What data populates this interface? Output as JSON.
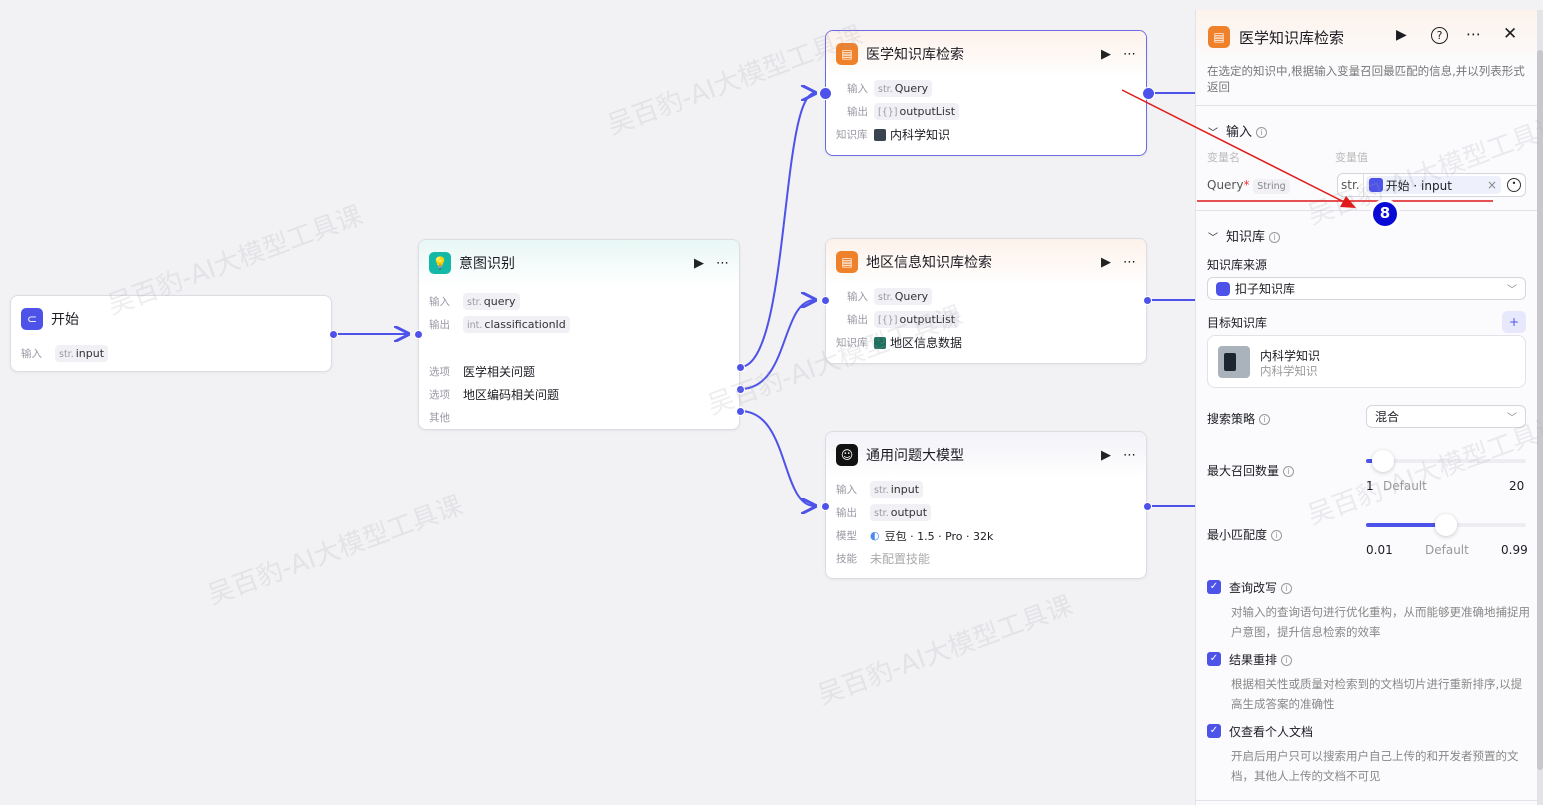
{
  "watermark": "吴百豹-AI大模型工具课",
  "colors": {
    "accent": "#4d53e8",
    "kb_icon": "#f0812b",
    "intent_icon": "#14b8a6",
    "annotation": "#e01b1b"
  },
  "nodes": {
    "start": {
      "title": "开始",
      "input_label": "输入",
      "input_type": "str.",
      "input_value": "input"
    },
    "intent": {
      "title": "意图识别",
      "input_label": "输入",
      "input_type": "str.",
      "input_value": "query",
      "output_label": "输出",
      "output_type": "int.",
      "output_value": "classificationId",
      "options": [
        {
          "label": "选项",
          "value": "医学相关问题"
        },
        {
          "label": "选项",
          "value": "地区编码相关问题"
        },
        {
          "label": "其他",
          "value": ""
        }
      ]
    },
    "medical": {
      "title": "医学知识库检索",
      "input_label": "输入",
      "input_type": "str.",
      "input_value": "Query",
      "output_label": "输出",
      "output_type": "[{}]",
      "output_value": "outputList",
      "kb_label": "知识库",
      "kb_value": "内科学知识"
    },
    "region": {
      "title": "地区信息知识库检索",
      "input_label": "输入",
      "input_type": "str.",
      "input_value": "Query",
      "output_label": "输出",
      "output_type": "[{}]",
      "output_value": "outputList",
      "kb_label": "知识库",
      "kb_value": "地区信息数据"
    },
    "general": {
      "title": "通用问题大模型",
      "input_label": "输入",
      "input_type": "str.",
      "input_value": "input",
      "output_label": "输出",
      "output_type": "str.",
      "output_value": "output",
      "model_label": "模型",
      "model_value": "豆包 · 1.5 · Pro · 32k",
      "skill_label": "技能",
      "skill_value": "未配置技能"
    }
  },
  "panel": {
    "title": "医学知识库检索",
    "description": "在选定的知识中,根据输入变量召回最匹配的信息,并以列表形式返回",
    "input_section": "输入",
    "var_name_header": "变量名",
    "var_value_header": "变量值",
    "var_name": "Query",
    "required": "*",
    "var_type": "String",
    "value_type": "str.",
    "value_ref": "开始 · input",
    "clear": "×",
    "kb_section": "知识库",
    "kb_source_label": "知识库来源",
    "kb_source": "扣子知识库",
    "target_kb_label": "目标知识库",
    "add": "+",
    "kb_name": "内科学知识",
    "kb_desc": "内科学知识",
    "strategy_label": "搜索策略",
    "strategy_value": "混合",
    "max_recall": {
      "label": "最大召回数量",
      "min": "1",
      "max": "20",
      "default_label": "Default",
      "value": 3
    },
    "min_score": {
      "label": "最小匹配度",
      "min": "0.01",
      "max": "0.99",
      "default_label": "Default",
      "value": 0.5
    },
    "options": [
      {
        "label": "查询改写",
        "checked": true,
        "desc": "对输入的查询语句进行优化重构，从而能够更准确地捕捉用户意图，提升信息检索的效率"
      },
      {
        "label": "结果重排",
        "checked": true,
        "desc": "根据相关性或质量对检索到的文档切片进行重新排序,以提高生成答案的准确性"
      },
      {
        "label": "仅查看个人文档",
        "checked": true,
        "desc": "开启后用户只可以搜索用户自己上传的和开发者预置的文档，其他人上传的文档不可见"
      }
    ]
  },
  "annotation": {
    "badge": "8"
  }
}
